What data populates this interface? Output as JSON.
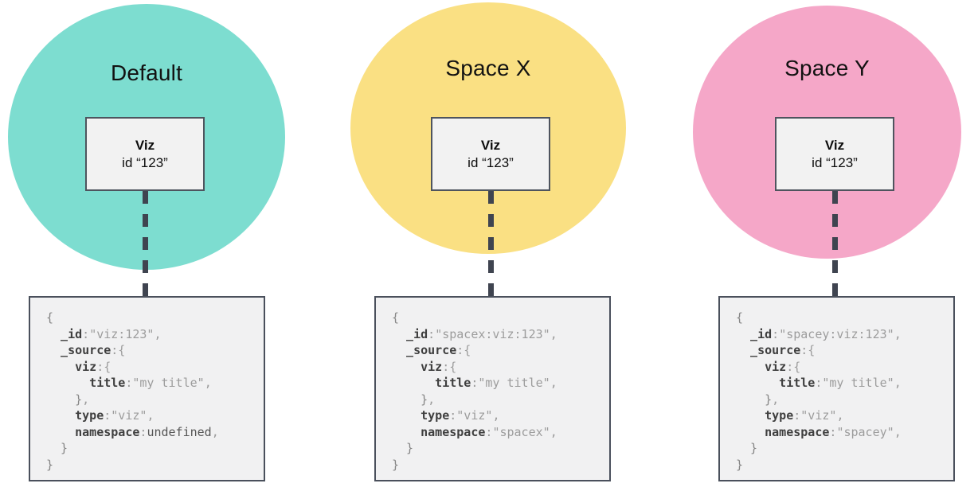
{
  "colors": {
    "background": "#ffffff",
    "circle_default": "#7dddd0",
    "circle_spacex": "#fae083",
    "circle_spacey": "#f5a7c8",
    "card_fill": "#f2f2f2",
    "card_border": "#4e545e",
    "connector": "#3f4450",
    "code_box_fill": "#f1f1f2",
    "code_box_border": "#4a505c"
  },
  "spaces": [
    {
      "label": "Default",
      "circle_color": "#7dddd0",
      "viz": {
        "title": "Viz",
        "id_line": "id “123”"
      },
      "code_lines": [
        [
          {
            "c": "brace",
            "t": "{"
          }
        ],
        [
          {
            "c": "key",
            "t": "  _id"
          },
          {
            "c": "punct",
            "t": ":"
          },
          {
            "c": "string",
            "t": "\"viz:123\""
          },
          {
            "c": "punct",
            "t": ","
          }
        ],
        [
          {
            "c": "key",
            "t": "  _source"
          },
          {
            "c": "punct",
            "t": ":{"
          }
        ],
        [
          {
            "c": "key",
            "t": "    viz"
          },
          {
            "c": "punct",
            "t": ":{"
          }
        ],
        [
          {
            "c": "key",
            "t": "      title"
          },
          {
            "c": "punct",
            "t": ":"
          },
          {
            "c": "string",
            "t": "\"my title\""
          },
          {
            "c": "punct",
            "t": ","
          }
        ],
        [
          {
            "c": "brace",
            "t": "    }"
          },
          {
            "c": "punct",
            "t": ","
          }
        ],
        [
          {
            "c": "key",
            "t": "    type"
          },
          {
            "c": "punct",
            "t": ":"
          },
          {
            "c": "string",
            "t": "\"viz\""
          },
          {
            "c": "punct",
            "t": ","
          }
        ],
        [
          {
            "c": "key",
            "t": "    namespace"
          },
          {
            "c": "punct",
            "t": ":"
          },
          {
            "c": "undef",
            "t": "undefined"
          },
          {
            "c": "punct",
            "t": ","
          }
        ],
        [
          {
            "c": "brace",
            "t": "  }"
          }
        ],
        [
          {
            "c": "brace",
            "t": "}"
          }
        ]
      ]
    },
    {
      "label": "Space X",
      "circle_color": "#fae083",
      "viz": {
        "title": "Viz",
        "id_line": "id “123”"
      },
      "code_lines": [
        [
          {
            "c": "brace",
            "t": "{"
          }
        ],
        [
          {
            "c": "key",
            "t": "  _id"
          },
          {
            "c": "punct",
            "t": ":"
          },
          {
            "c": "string",
            "t": "\"spacex:viz:123\""
          },
          {
            "c": "punct",
            "t": ","
          }
        ],
        [
          {
            "c": "key",
            "t": "  _source"
          },
          {
            "c": "punct",
            "t": ":{"
          }
        ],
        [
          {
            "c": "key",
            "t": "    viz"
          },
          {
            "c": "punct",
            "t": ":{"
          }
        ],
        [
          {
            "c": "key",
            "t": "      title"
          },
          {
            "c": "punct",
            "t": ":"
          },
          {
            "c": "string",
            "t": "\"my title\""
          },
          {
            "c": "punct",
            "t": ","
          }
        ],
        [
          {
            "c": "brace",
            "t": "    }"
          },
          {
            "c": "punct",
            "t": ","
          }
        ],
        [
          {
            "c": "key",
            "t": "    type"
          },
          {
            "c": "punct",
            "t": ":"
          },
          {
            "c": "string",
            "t": "\"viz\""
          },
          {
            "c": "punct",
            "t": ","
          }
        ],
        [
          {
            "c": "key",
            "t": "    namespace"
          },
          {
            "c": "punct",
            "t": ":"
          },
          {
            "c": "string",
            "t": "\"spacex\""
          },
          {
            "c": "punct",
            "t": ","
          }
        ],
        [
          {
            "c": "brace",
            "t": "  }"
          }
        ],
        [
          {
            "c": "brace",
            "t": "}"
          }
        ]
      ]
    },
    {
      "label": "Space Y",
      "circle_color": "#f5a7c8",
      "viz": {
        "title": "Viz",
        "id_line": "id “123”"
      },
      "code_lines": [
        [
          {
            "c": "brace",
            "t": "{"
          }
        ],
        [
          {
            "c": "key",
            "t": "  _id"
          },
          {
            "c": "punct",
            "t": ":"
          },
          {
            "c": "string",
            "t": "\"spacey:viz:123\""
          },
          {
            "c": "punct",
            "t": ","
          }
        ],
        [
          {
            "c": "key",
            "t": "  _source"
          },
          {
            "c": "punct",
            "t": ":{"
          }
        ],
        [
          {
            "c": "key",
            "t": "    viz"
          },
          {
            "c": "punct",
            "t": ":{"
          }
        ],
        [
          {
            "c": "key",
            "t": "      title"
          },
          {
            "c": "punct",
            "t": ":"
          },
          {
            "c": "string",
            "t": "\"my title\""
          },
          {
            "c": "punct",
            "t": ","
          }
        ],
        [
          {
            "c": "brace",
            "t": "    }"
          },
          {
            "c": "punct",
            "t": ","
          }
        ],
        [
          {
            "c": "key",
            "t": "    type"
          },
          {
            "c": "punct",
            "t": ":"
          },
          {
            "c": "string",
            "t": "\"viz\""
          },
          {
            "c": "punct",
            "t": ","
          }
        ],
        [
          {
            "c": "key",
            "t": "    namespace"
          },
          {
            "c": "punct",
            "t": ":"
          },
          {
            "c": "string",
            "t": "\"spacey\""
          },
          {
            "c": "punct",
            "t": ","
          }
        ],
        [
          {
            "c": "brace",
            "t": "  }"
          }
        ],
        [
          {
            "c": "brace",
            "t": "}"
          }
        ]
      ]
    }
  ]
}
